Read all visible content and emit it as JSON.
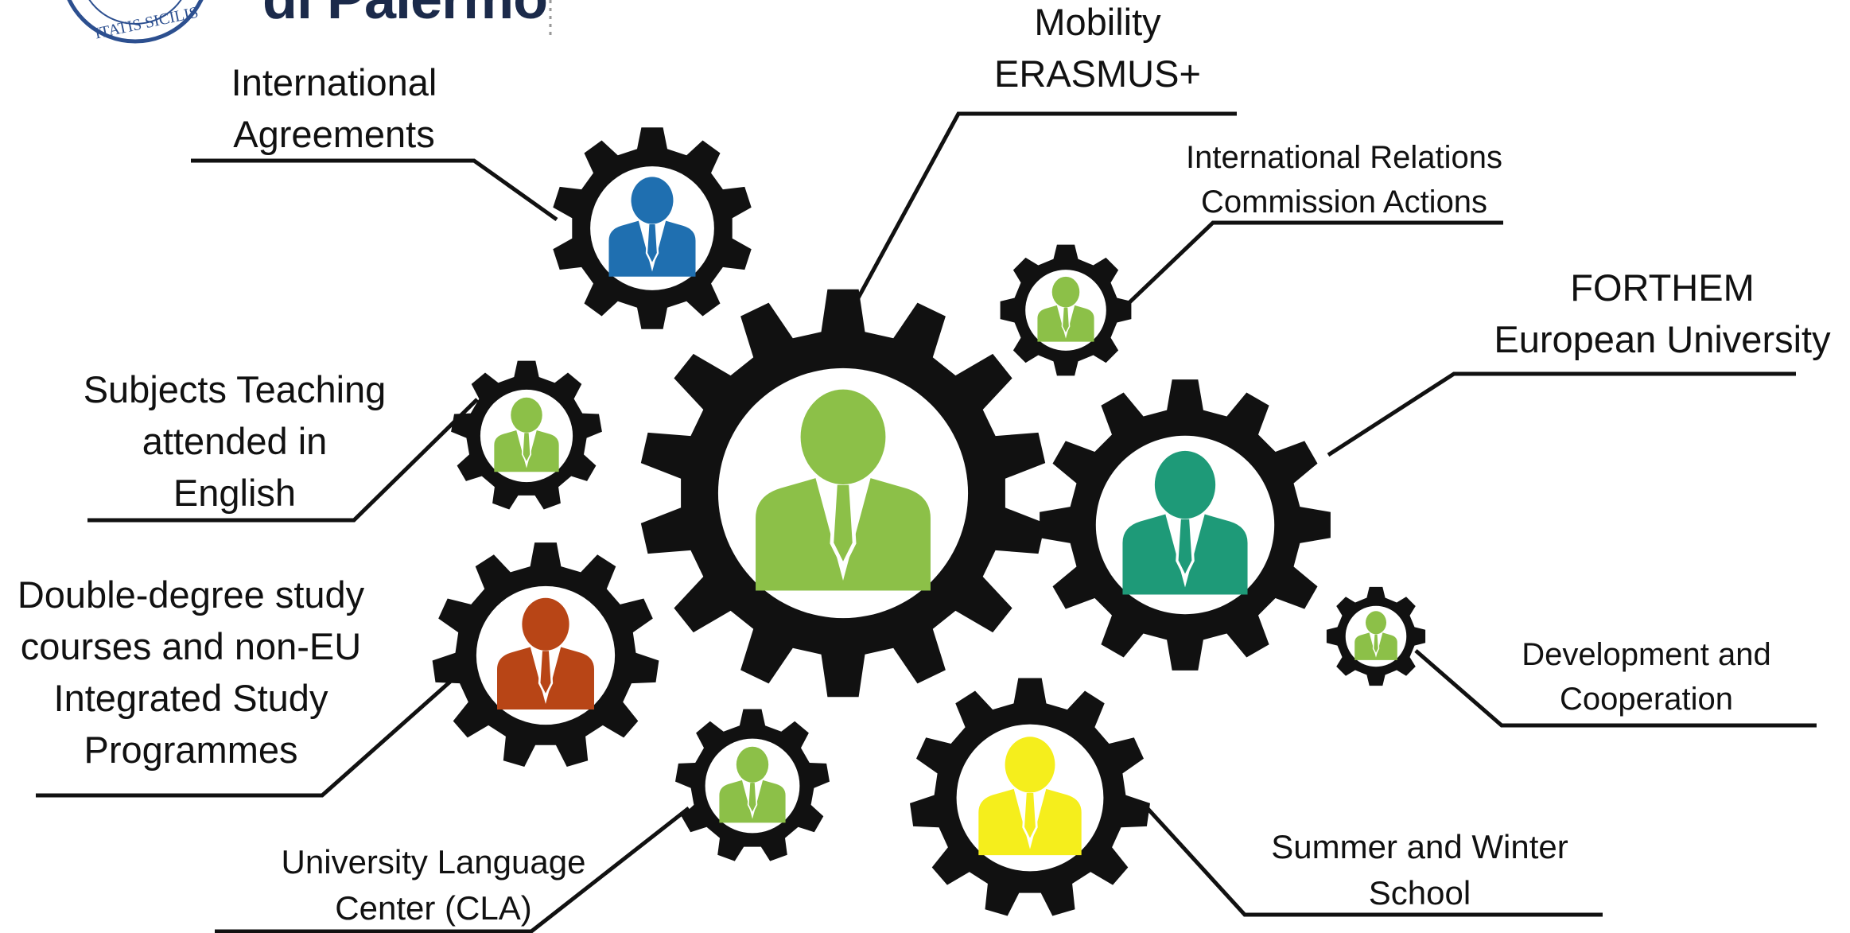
{
  "header": {
    "logo_text": "di Palermo",
    "seal_text": "ITATIS SICILIS"
  },
  "colors": {
    "gear": "#111111",
    "blue": "#1f6fb0",
    "green": "#8cc048",
    "teal": "#1e9a78",
    "rust": "#b84516",
    "yellow": "#f5ee1c",
    "seal": "#2c4f8f"
  },
  "diagram": {
    "nodes": [
      {
        "name": "international-agreements",
        "label": [
          "International",
          "Agreements"
        ],
        "color": "blue"
      },
      {
        "name": "mobility-erasmus",
        "label": [
          "Mobility",
          "ERASMUS+"
        ],
        "color": "green"
      },
      {
        "name": "international-relations",
        "label": [
          "International Relations",
          "Commission Actions"
        ],
        "color": "green"
      },
      {
        "name": "forthem",
        "label": [
          "FORTHEM",
          "European University"
        ],
        "color": "teal"
      },
      {
        "name": "subjects-teaching",
        "label": [
          "Subjects Teaching",
          "attended in",
          "English"
        ],
        "color": "green"
      },
      {
        "name": "double-degree",
        "label": [
          "Double-degree study",
          "courses and non-EU",
          "Integrated Study",
          "Programmes"
        ],
        "color": "rust"
      },
      {
        "name": "development-cooperation",
        "label": [
          "Development and",
          "Cooperation"
        ],
        "color": "green"
      },
      {
        "name": "language-center",
        "label": [
          "University Language",
          "Center (CLA)"
        ],
        "color": "green"
      },
      {
        "name": "summer-winter",
        "label": [
          "Summer and Winter",
          "School"
        ],
        "color": "yellow"
      }
    ]
  }
}
